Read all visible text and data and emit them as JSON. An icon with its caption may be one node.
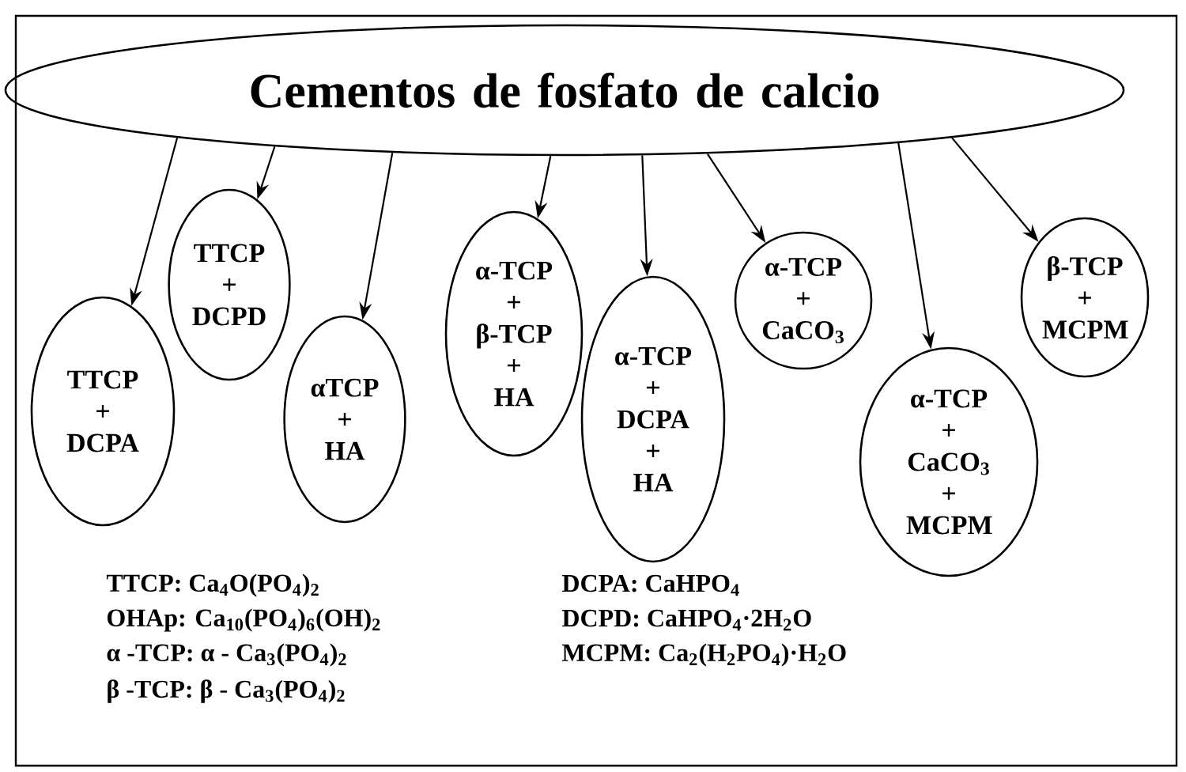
{
  "diagram": {
    "nodes": [
      {
        "text": [
          "Cementos de fosfato de calcio"
        ]
      },
      {
        "text": [
          "TTCP + DCPA"
        ]
      },
      {
        "text": [
          "TTCP + DCPD"
        ]
      },
      {
        "text": [
          "αTCP + HA"
        ]
      },
      {
        "text": [
          "α-TCP + β-TCP + HA"
        ]
      },
      {
        "text": [
          "α-TCP + DCPA + HA"
        ]
      },
      {
        "text": [
          "α-TCP + CaCO$_{3}$"
        ]
      },
      {
        "text": [
          "α-TCP + CaCO$_{3}$ + MCPM"
        ]
      },
      {
        "text": [
          "β-TCP + MCPM"
        ]
      }
    ],
    "edges": [
      {
        "from": 0,
        "to": 1,
        "arrow": "to"
      },
      {
        "from": 0,
        "to": 2,
        "arrow": "to"
      },
      {
        "from": 0,
        "to": 3,
        "arrow": "to"
      },
      {
        "from": 0,
        "to": 4,
        "arrow": "to"
      },
      {
        "from": 0,
        "to": 5,
        "arrow": "to"
      },
      {
        "from": 0,
        "to": 6,
        "arrow": "to"
      },
      {
        "from": 0,
        "to": 7,
        "arrow": "to"
      },
      {
        "from": 0,
        "to": 8,
        "arrow": "to"
      }
    ],
    "labels": [
      "TTCP: Ca$_{4}$O(PO$_{4}$)$_{2}$",
      "DCPA: CaHPO$_{4}$",
      "OHAp: Ca$_{10}$(PO$_{4}$)$_{6}$(OH)$_{2}$",
      "DCPD: CaHPO$_{4}$·2H$_{2}$O",
      "α -TCP: α - Ca$_{3}$(PO$_{4}$)$_{2}$",
      "MCPM: Ca$_{2}$(H$_{2}$PO$_{4}$)·H$_{2}$O",
      "β -TCP: β - Ca$_{3}$(PO$_{4}$)$_{2}$"
    ]
  }
}
